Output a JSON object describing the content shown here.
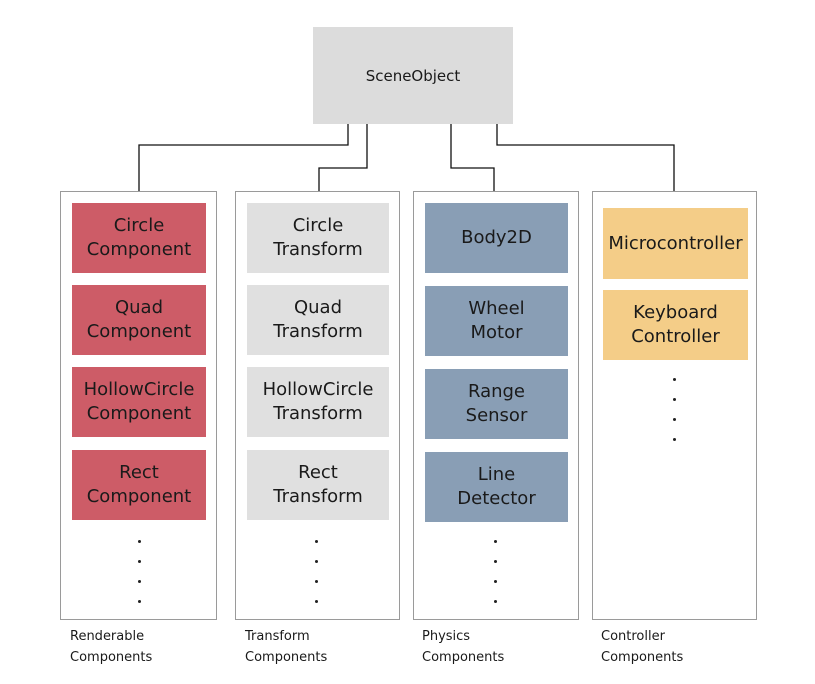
{
  "root": {
    "label": "SceneObject"
  },
  "groups": [
    {
      "id": "renderable",
      "caption": "Renderable\nComponents",
      "color": "#cd5c67",
      "items": [
        "Circle\nComponent",
        "Quad\nComponent",
        "HollowCircle\nComponent",
        "Rect\nComponent"
      ],
      "continues": true
    },
    {
      "id": "transform",
      "caption": "Transform\nComponents",
      "color": "#e0e0e0",
      "items": [
        "Circle\nTransform",
        "Quad\nTransform",
        "HollowCircle\nTransform",
        "Rect\nTransform"
      ],
      "continues": true
    },
    {
      "id": "physics",
      "caption": "Physics\nComponents",
      "color": "#899eb5",
      "items": [
        "Body2D",
        "Wheel\nMotor",
        "Range\nSensor",
        "Line\nDetector"
      ],
      "continues": true
    },
    {
      "id": "controller",
      "caption": "Controller\nComponents",
      "color": "#f4cd88",
      "items": [
        "Microcontroller",
        "Keyboard\nController"
      ],
      "continues": true
    }
  ]
}
